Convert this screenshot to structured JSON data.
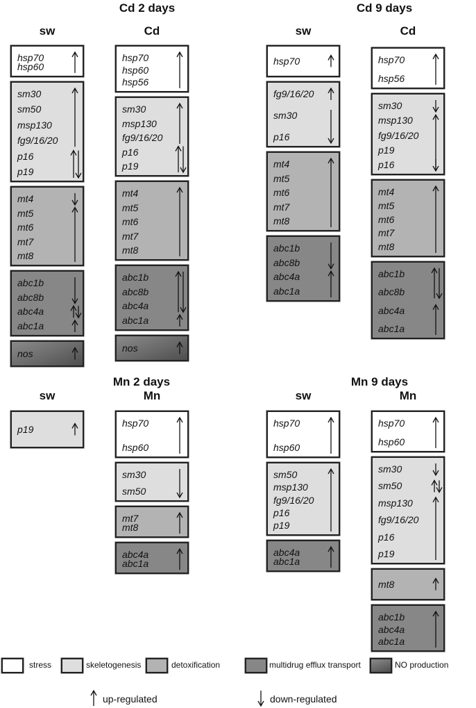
{
  "sections": [
    {
      "key": "cd2",
      "title": "Cd 2 days"
    },
    {
      "key": "cd9",
      "title": "Cd 9 days"
    },
    {
      "key": "mn2",
      "title": "Mn 2 days"
    },
    {
      "key": "mn9",
      "title": "Mn 9 days"
    }
  ],
  "columns": [
    {
      "key": "cd2-sw",
      "header": "sw",
      "boxes": [
        {
          "category": "stress",
          "genes": [
            "hsp70",
            "hsp60"
          ],
          "arrows": [
            {
              "dir": "up",
              "from": 0,
              "to": 1
            }
          ]
        },
        {
          "category": "skeletogenesis",
          "genes": [
            "sm30",
            "sm50",
            "msp130",
            "fg9/16/20",
            "p16",
            "p19"
          ],
          "arrows": [
            {
              "dir": "up",
              "from": 0,
              "to": 3
            },
            {
              "dir": "up",
              "from": 4,
              "to": 5
            },
            {
              "dir": "down",
              "from": 4,
              "to": 5
            }
          ]
        },
        {
          "category": "detoxification",
          "genes": [
            "mt4",
            "mt5",
            "mt6",
            "mt7",
            "mt8"
          ],
          "arrows": [
            {
              "dir": "down",
              "from": 0,
              "to": 0
            },
            {
              "dir": "up",
              "from": 1,
              "to": 4
            }
          ]
        },
        {
          "category": "multidrug",
          "genes": [
            "abc1b",
            "abc8b",
            "abc4a",
            "abc1a"
          ],
          "arrows": [
            {
              "dir": "down",
              "from": 0,
              "to": 1
            },
            {
              "dir": "up",
              "from": 2,
              "to": 2
            },
            {
              "dir": "down",
              "from": 2,
              "to": 2
            },
            {
              "dir": "up",
              "from": 3,
              "to": 3
            }
          ]
        },
        {
          "category": "no",
          "genes": [
            "nos"
          ],
          "arrows": [
            {
              "dir": "up",
              "from": 0,
              "to": 0
            }
          ]
        }
      ]
    },
    {
      "key": "cd2-cd",
      "header": "Cd",
      "boxes": [
        {
          "category": "stress",
          "genes": [
            "hsp70",
            "hsp60",
            "hsp56"
          ],
          "arrows": [
            {
              "dir": "up",
              "from": 0,
              "to": 2
            }
          ]
        },
        {
          "category": "skeletogenesis",
          "genes": [
            "sm30",
            "msp130",
            "fg9/16/20",
            "p16",
            "p19"
          ],
          "arrows": [
            {
              "dir": "up",
              "from": 0,
              "to": 2
            },
            {
              "dir": "up",
              "from": 3,
              "to": 4
            },
            {
              "dir": "down",
              "from": 3,
              "to": 4
            }
          ]
        },
        {
          "category": "detoxification",
          "genes": [
            "mt4",
            "mt5",
            "mt6",
            "mt7",
            "mt8"
          ],
          "arrows": [
            {
              "dir": "up",
              "from": 0,
              "to": 4
            }
          ]
        },
        {
          "category": "multidrug",
          "genes": [
            "abc1b",
            "abc8b",
            "abc4a",
            "abc1a"
          ],
          "arrows": [
            {
              "dir": "up",
              "from": 0,
              "to": 2
            },
            {
              "dir": "down",
              "from": 0,
              "to": 2
            },
            {
              "dir": "up",
              "from": 3,
              "to": 3
            }
          ]
        },
        {
          "category": "no",
          "genes": [
            "nos"
          ],
          "arrows": [
            {
              "dir": "up",
              "from": 0,
              "to": 0
            }
          ]
        }
      ]
    },
    {
      "key": "cd9-sw",
      "header": "sw",
      "boxes": [
        {
          "category": "stress",
          "genes": [
            "hsp70"
          ],
          "arrows": [
            {
              "dir": "up",
              "from": 0,
              "to": 0
            }
          ]
        },
        {
          "category": "skeletogenesis",
          "genes": [
            "fg9/16/20",
            "sm30",
            "p16"
          ],
          "arrows": [
            {
              "dir": "up",
              "from": 0,
              "to": 0
            },
            {
              "dir": "down",
              "from": 1,
              "to": 2
            }
          ]
        },
        {
          "category": "detoxification",
          "genes": [
            "mt4",
            "mt5",
            "mt6",
            "mt7",
            "mt8"
          ],
          "arrows": [
            {
              "dir": "up",
              "from": 0,
              "to": 4
            }
          ]
        },
        {
          "category": "multidrug",
          "genes": [
            "abc1b",
            "abc8b",
            "abc4a",
            "abc1a"
          ],
          "arrows": [
            {
              "dir": "down",
              "from": 0,
              "to": 1
            },
            {
              "dir": "up",
              "from": 2,
              "to": 3
            }
          ]
        }
      ]
    },
    {
      "key": "cd9-cd",
      "header": "Cd",
      "boxes": [
        {
          "category": "stress",
          "genes": [
            "hsp70",
            "hsp56"
          ],
          "arrows": [
            {
              "dir": "up",
              "from": 0,
              "to": 1
            }
          ]
        },
        {
          "category": "skeletogenesis",
          "genes": [
            "sm30",
            "msp130",
            "fg9/16/20",
            "p19",
            "p16"
          ],
          "arrows": [
            {
              "dir": "down",
              "from": 0,
              "to": 0
            },
            {
              "dir": "up",
              "from": 1,
              "to": 4
            },
            {
              "dir": "down",
              "from": 4,
              "to": 4
            }
          ]
        },
        {
          "category": "detoxification",
          "genes": [
            "mt4",
            "mt5",
            "mt6",
            "mt7",
            "mt8"
          ],
          "arrows": [
            {
              "dir": "up",
              "from": 0,
              "to": 4
            }
          ]
        },
        {
          "category": "multidrug",
          "genes": [
            "abc1b",
            "abc8b",
            "abc4a",
            "abc1a"
          ],
          "arrows": [
            {
              "dir": "up",
              "from": 0,
              "to": 1
            },
            {
              "dir": "down",
              "from": 0,
              "to": 1
            },
            {
              "dir": "up",
              "from": 2,
              "to": 3
            }
          ]
        }
      ]
    },
    {
      "key": "mn2-sw",
      "header": "sw",
      "boxes": [
        {
          "category": "skeletogenesis",
          "genes": [
            "p19"
          ],
          "arrows": [
            {
              "dir": "up",
              "from": 0,
              "to": 0
            }
          ]
        }
      ]
    },
    {
      "key": "mn2-mn",
      "header": "Mn",
      "boxes": [
        {
          "category": "stress",
          "genes": [
            "hsp70",
            "hsp60"
          ],
          "arrows": [
            {
              "dir": "up",
              "from": 0,
              "to": 1
            }
          ]
        },
        {
          "category": "skeletogenesis",
          "genes": [
            "sm30",
            "sm50"
          ],
          "arrows": [
            {
              "dir": "down",
              "from": 0,
              "to": 1
            }
          ]
        },
        {
          "category": "detoxification",
          "genes": [
            "mt7",
            "mt8"
          ],
          "arrows": [
            {
              "dir": "up",
              "from": 0,
              "to": 1
            }
          ]
        },
        {
          "category": "multidrug",
          "genes": [
            "abc4a",
            "abc1a"
          ],
          "arrows": [
            {
              "dir": "up",
              "from": 0,
              "to": 1
            }
          ]
        }
      ]
    },
    {
      "key": "mn9-sw",
      "header": "sw",
      "boxes": [
        {
          "category": "stress",
          "genes": [
            "hsp70",
            "hsp60"
          ],
          "arrows": [
            {
              "dir": "up",
              "from": 0,
              "to": 1
            }
          ]
        },
        {
          "category": "skeletogenesis",
          "genes": [
            "sm50",
            "msp130",
            "fg9/16/20",
            "p16",
            "p19"
          ],
          "arrows": [
            {
              "dir": "up",
              "from": 0,
              "to": 4
            }
          ]
        },
        {
          "category": "multidrug",
          "genes": [
            "abc4a",
            "abc1a"
          ],
          "arrows": [
            {
              "dir": "up",
              "from": 0,
              "to": 1
            }
          ]
        }
      ]
    },
    {
      "key": "mn9-mn",
      "header": "Mn",
      "boxes": [
        {
          "category": "stress",
          "genes": [
            "hsp70",
            "hsp60"
          ],
          "arrows": [
            {
              "dir": "up",
              "from": 0,
              "to": 1
            }
          ]
        },
        {
          "category": "skeletogenesis",
          "genes": [
            "sm30",
            "sm50",
            "msp130",
            "fg9/16/20",
            "p16",
            "p19"
          ],
          "arrows": [
            {
              "dir": "down",
              "from": 0,
              "to": 0
            },
            {
              "dir": "up",
              "from": 1,
              "to": 1
            },
            {
              "dir": "down",
              "from": 1,
              "to": 1
            },
            {
              "dir": "up",
              "from": 2,
              "to": 5
            }
          ]
        },
        {
          "category": "detoxification",
          "genes": [
            "mt8"
          ],
          "arrows": [
            {
              "dir": "up",
              "from": 0,
              "to": 0
            }
          ]
        },
        {
          "category": "multidrug",
          "genes": [
            "abc1b",
            "abc4a",
            "abc1a"
          ],
          "arrows": [
            {
              "dir": "up",
              "from": 0,
              "to": 2
            }
          ]
        }
      ]
    }
  ],
  "legend": [
    {
      "category": "stress",
      "label": "stress"
    },
    {
      "category": "skeletogenesis",
      "label": "skeletogenesis"
    },
    {
      "category": "detoxification",
      "label": "detoxification"
    },
    {
      "category": "multidrug",
      "label": "multidrug efflux transport"
    },
    {
      "category": "no",
      "label": "NO production"
    }
  ],
  "directions": {
    "up": "up-regulated",
    "down": "down-regulated"
  },
  "colors": {
    "stress": "#ffffff",
    "skeletogenesis": "#dedede",
    "detoxification": "#b3b3b3",
    "multidrug": "#878787",
    "no": "#5c5c5c",
    "border": "#222222"
  }
}
